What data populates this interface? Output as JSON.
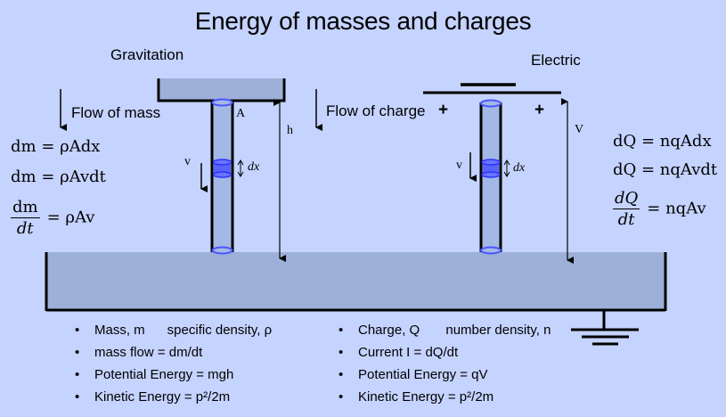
{
  "title": "Energy of masses and charges",
  "gravitation": {
    "heading": "Gravitation",
    "flow_label": "Flow of mass",
    "label_A": "A",
    "label_h": "h",
    "label_v": "v",
    "label_dx": "dx",
    "eq1": "dm = ρAdx",
    "eq2": "dm = ρAvdt",
    "eq3_num": "dm",
    "eq3_den": "dt",
    "eq3_rhs": "= ρAv"
  },
  "electric": {
    "heading": "Electric",
    "flow_label": "Flow of charge",
    "plus_left": "+",
    "plus_right": "+",
    "label_V": "V",
    "label_v": "v",
    "label_dx": "dx",
    "eq1": "dQ = nqAdx",
    "eq2": "dQ = nqAvdt",
    "eq3_num": "dQ",
    "eq3_den": "dt",
    "eq3_rhs": "= nqAv"
  },
  "bullets_left": [
    {
      "text": "Mass, m      specific density, ρ"
    },
    {
      "text": "mass flow = dm/dt"
    },
    {
      "text": "Potential Energy = mgh"
    },
    {
      "text": "Kinetic Energy = p²/2m"
    }
  ],
  "bullets_right": [
    {
      "text": "Charge, Q       number density, n"
    },
    {
      "text": "Current I = dQ/dt"
    },
    {
      "text": "Potential Energy = qV"
    },
    {
      "text": "Kinetic Energy = p²/2m"
    }
  ],
  "bullet_char": "•",
  "colors": {
    "background": "#c5d3ff",
    "reservoir": "#9db0d8",
    "tube": "#a4b8e6",
    "element": "#4a55ff"
  }
}
